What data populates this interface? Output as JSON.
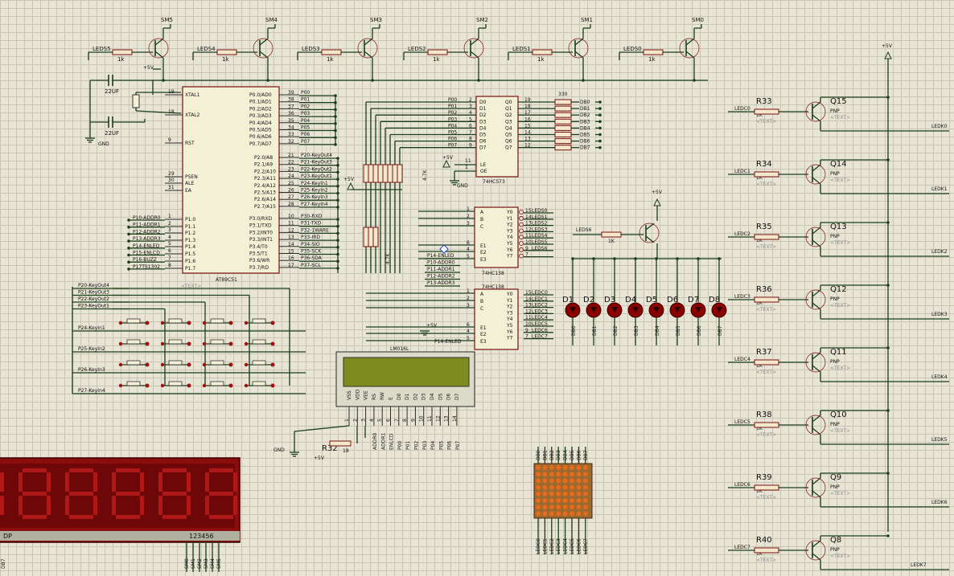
{
  "transistors_top": [
    {
      "name": "SM5",
      "net": "LEDS5",
      "res": "1k"
    },
    {
      "name": "SM4",
      "net": "LEDS4",
      "res": "1k"
    },
    {
      "name": "SM3",
      "net": "LEDS3",
      "res": "1k"
    },
    {
      "name": "SM2",
      "net": "LEDS2",
      "res": "1k"
    },
    {
      "name": "SM1",
      "net": "LEDS1",
      "res": "1k"
    },
    {
      "name": "SM0",
      "net": "LEDS0",
      "res": "1k"
    }
  ],
  "power": {
    "vcc": "+5V",
    "gnd": "GND"
  },
  "crystal": {
    "c1": "22UF",
    "c2": "22UF",
    "gnd": "GND"
  },
  "mcu": {
    "part": "AT89C51",
    "text": "<TEXT>",
    "left_pins": [
      {
        "num": "19",
        "name": "XTAL1"
      },
      {
        "num": "18",
        "name": "XTAL2"
      },
      {
        "num": "9",
        "name": "RST"
      },
      {
        "num": "29",
        "name": "PSEN"
      },
      {
        "num": "30",
        "name": "ALE"
      },
      {
        "num": "31",
        "name": "EA"
      },
      {
        "num": "1",
        "name": "P1.0"
      },
      {
        "num": "2",
        "name": "P1.1"
      },
      {
        "num": "3",
        "name": "P1.2"
      },
      {
        "num": "4",
        "name": "P1.3"
      },
      {
        "num": "5",
        "name": "P1.4"
      },
      {
        "num": "6",
        "name": "P1.5"
      },
      {
        "num": "7",
        "name": "P1.6"
      },
      {
        "num": "8",
        "name": "P1.7"
      }
    ],
    "p1_nets": [
      "P10-ADDR0",
      "P11-ADDR1",
      "P12-ADDR2",
      "P13-ADDR3",
      "P14-ENLED",
      "P15-ENLCD",
      "P16-BUZZ",
      "P17TS1302"
    ],
    "p0_pins": [
      {
        "num": "39",
        "name": "P0.0/AD0",
        "net": "P00"
      },
      {
        "num": "38",
        "name": "P0.1/AD1",
        "net": "P01"
      },
      {
        "num": "37",
        "name": "P0.2/AD2",
        "net": "P02"
      },
      {
        "num": "36",
        "name": "P0.3/AD3",
        "net": "P03"
      },
      {
        "num": "35",
        "name": "P0.4/AD4",
        "net": "P04"
      },
      {
        "num": "34",
        "name": "P0.5/AD5",
        "net": "P05"
      },
      {
        "num": "33",
        "name": "P0.6/AD6",
        "net": "P06"
      },
      {
        "num": "32",
        "name": "P0.7/AD7",
        "net": "P07"
      }
    ],
    "p2_pins": [
      {
        "num": "21",
        "name": "P2.0/A8",
        "net": "P20-KeyOut4"
      },
      {
        "num": "22",
        "name": "P2.1/A9",
        "net": "P21-KeyOut3"
      },
      {
        "num": "23",
        "name": "P2.2/A10",
        "net": "P22-KeyOut2"
      },
      {
        "num": "24",
        "name": "P2.3/A11",
        "net": "P23-KeyOut1"
      },
      {
        "num": "25",
        "name": "P2.4/A12",
        "net": "P24-KeyIn1"
      },
      {
        "num": "26",
        "name": "P2.5/A13",
        "net": "P25-KeyIn2"
      },
      {
        "num": "27",
        "name": "P2.6/A14",
        "net": "P26-KeyIn3"
      },
      {
        "num": "28",
        "name": "P2.7/A15",
        "net": "P27-KeyIn4"
      }
    ],
    "p3_pins": [
      {
        "num": "10",
        "name": "P3.0/RXD",
        "net": "P30-RXD"
      },
      {
        "num": "11",
        "name": "P3.1/TXD",
        "net": "P31-TXD"
      },
      {
        "num": "12",
        "name": "P3.2/INT0",
        "net": "P32-1WARE"
      },
      {
        "num": "13",
        "name": "P3.3/INT1",
        "net": "P33-IRD"
      },
      {
        "num": "14",
        "name": "P3.4/T0",
        "net": "P34-SIO"
      },
      {
        "num": "15",
        "name": "P3.5/T1",
        "net": "P35-SCK"
      },
      {
        "num": "16",
        "name": "P3.6/WR",
        "net": "P36-SDA"
      },
      {
        "num": "17",
        "name": "P3.7/RD",
        "net": "P37-SCL"
      }
    ]
  },
  "latch": {
    "part": "74HC573",
    "inputs": [
      {
        "net": "P00",
        "pin": "2",
        "name": "D0"
      },
      {
        "net": "P01",
        "pin": "3",
        "name": "D1"
      },
      {
        "net": "P02",
        "pin": "4",
        "name": "D2"
      },
      {
        "net": "P03",
        "pin": "5",
        "name": "D3"
      },
      {
        "net": "P04",
        "pin": "6",
        "name": "D4"
      },
      {
        "net": "P05",
        "pin": "7",
        "name": "D5"
      },
      {
        "net": "P06",
        "pin": "8",
        "name": "D6"
      },
      {
        "net": "P07",
        "pin": "9",
        "name": "D7"
      }
    ],
    "outputs": [
      {
        "pin": "19",
        "name": "Q0",
        "net": "DB0"
      },
      {
        "pin": "18",
        "name": "Q1",
        "net": "DB1"
      },
      {
        "pin": "17",
        "name": "Q2",
        "net": "DB2"
      },
      {
        "pin": "16",
        "name": "Q3",
        "net": "DB3"
      },
      {
        "pin": "15",
        "name": "Q4",
        "net": "DB4"
      },
      {
        "pin": "14",
        "name": "Q5",
        "net": "DB5"
      },
      {
        "pin": "13",
        "name": "Q6",
        "net": "DB6"
      },
      {
        "pin": "12",
        "name": "Q7",
        "net": "DB7"
      }
    ],
    "le": {
      "pin": "11",
      "name": "LE"
    },
    "oe": {
      "pin": "1",
      "name": "OE"
    },
    "resnet": "330",
    "pullup": "4.7K",
    "vcc": "+5V",
    "gnd": "GND"
  },
  "decoder1": {
    "part": "74HC138",
    "in_pins": [
      {
        "num": "1",
        "name": "A"
      },
      {
        "num": "2",
        "name": "B"
      },
      {
        "num": "3",
        "name": "C"
      },
      {
        "num": "6",
        "name": "E1"
      },
      {
        "num": "4",
        "name": "E2"
      },
      {
        "num": "5",
        "name": "E3"
      }
    ],
    "out_pins": [
      {
        "num": "15",
        "name": "Y0",
        "net": "LEDS0"
      },
      {
        "num": "14",
        "name": "Y1",
        "net": "LEDS1"
      },
      {
        "num": "13",
        "name": "Y2",
        "net": "LEDS2"
      },
      {
        "num": "12",
        "name": "Y3",
        "net": "LEDS3"
      },
      {
        "num": "11",
        "name": "Y4",
        "net": "LEDS4"
      },
      {
        "num": "10",
        "name": "Y5",
        "net": "LEDS5"
      },
      {
        "num": "9",
        "name": "Y6",
        "net": "LEDS6"
      },
      {
        "num": "7",
        "name": "Y7",
        "net": ""
      }
    ],
    "nets": [
      "P14-ENLED",
      "P10-ADDR0",
      "P11-ADDR1",
      "P12-ADDR2",
      "P13-ADDR3"
    ],
    "pullup": "4.7K"
  },
  "decoder2": {
    "part": "74HC138",
    "out_pins": [
      {
        "num": "15",
        "name": "Y0",
        "net": "LEDC0"
      },
      {
        "num": "14",
        "name": "Y1",
        "net": "LEDC1"
      },
      {
        "num": "13",
        "name": "Y2",
        "net": "LEDC2"
      },
      {
        "num": "12",
        "name": "Y3",
        "net": "LEDC3"
      },
      {
        "num": "11",
        "name": "Y4",
        "net": "LEDC4"
      },
      {
        "num": "10",
        "name": "Y5",
        "net": "LEDC5"
      },
      {
        "num": "9",
        "name": "Y6",
        "net": "LEDC6"
      },
      {
        "num": "7",
        "name": "Y7",
        "net": "LEDC7"
      }
    ],
    "vcc": "+5V",
    "net": "P14-ENLED"
  },
  "led_driver": {
    "net": "LEDS6",
    "res": "1K",
    "vcc": "+5V"
  },
  "leds": [
    {
      "label": "D1",
      "net": "DB0"
    },
    {
      "label": "D2",
      "net": "DB1"
    },
    {
      "label": "D3",
      "net": "DB2"
    },
    {
      "label": "D4",
      "net": "DB3"
    },
    {
      "label": "D5",
      "net": "DB4"
    },
    {
      "label": "D6",
      "net": "DB5"
    },
    {
      "label": "D7",
      "net": "DB6"
    },
    {
      "label": "D8",
      "net": "DB7"
    }
  ],
  "keypad": {
    "out_nets": [
      "P20-KeyOut4",
      "P21-KeyOut3",
      "P22-KeyOut2",
      "P23-KeyOut1"
    ],
    "in_nets": [
      "P24-KeyIn1",
      "P25-KeyIn2",
      "P26-KeyIn3",
      "P27-KeyIn4"
    ]
  },
  "lcd": {
    "part": "LM016L",
    "pins": [
      "VSS",
      "VDD",
      "VEE",
      "RS",
      "RW",
      "E",
      "D0",
      "D1",
      "D2",
      "D3",
      "D4",
      "D5",
      "D6",
      "D7"
    ],
    "pin_nums": [
      "1",
      "2",
      "3",
      "4",
      "5",
      "6",
      "7",
      "8",
      "9",
      "10",
      "11",
      "12",
      "13",
      "14"
    ],
    "nets": [
      "ADDR0",
      "ADDR1",
      "ENLCD",
      "P00",
      "P01",
      "P02",
      "P03",
      "P04",
      "P05",
      "P06",
      "P07"
    ],
    "pot": "R32",
    "pot_val": "18",
    "gnd": "GND",
    "vcc": "+5V"
  },
  "seven_seg": {
    "dp_label": "DP",
    "digits_label": "123456",
    "nets": [
      "SM0",
      "SM1",
      "SM2",
      "SM3",
      "SM4",
      "SM5"
    ],
    "left_net": "DB7"
  },
  "matrix": {
    "col_nets": [
      "DB0",
      "DB1",
      "DB2",
      "DB3",
      "DB4",
      "DB5",
      "DB6",
      "DB7"
    ],
    "row_nets": [
      "LEDC0",
      "LEDC1",
      "LEDC2",
      "LEDC3",
      "LEDC4",
      "LEDC5",
      "LEDC6",
      "LEDC7"
    ]
  },
  "pnp_bank": {
    "vcc": "+5V",
    "items": [
      {
        "r": "R33",
        "q": "Q15",
        "in": "LEDC0",
        "out": "LEDK0",
        "val": "1K",
        "type": "PNP",
        "text": "<TEXT>"
      },
      {
        "r": "R34",
        "q": "Q14",
        "in": "LEDC1",
        "out": "LEDK1",
        "val": "1K",
        "type": "PNP",
        "text": "<TEXT>"
      },
      {
        "r": "R35",
        "q": "Q13",
        "in": "LEDC2",
        "out": "LEDK2",
        "val": "1K",
        "type": "PNP",
        "text": "<TEXT>"
      },
      {
        "r": "R36",
        "q": "Q12",
        "in": "LEDC3",
        "out": "LEDK3",
        "val": "1K",
        "type": "PNP",
        "text": "<TEXT>"
      },
      {
        "r": "R37",
        "q": "Q11",
        "in": "LEDC4",
        "out": "LEDK4",
        "val": "1K",
        "type": "PNP",
        "text": "<TEXT>"
      },
      {
        "r": "R38",
        "q": "Q10",
        "in": "LEDC5",
        "out": "LEDK5",
        "val": "1K",
        "type": "PNP",
        "text": "<TEXT>"
      },
      {
        "r": "R39",
        "q": "Q9",
        "in": "LEDC6",
        "out": "LEDK6",
        "val": "1K",
        "type": "PNP",
        "text": "<TEXT>"
      },
      {
        "r": "R40",
        "q": "Q8",
        "in": "LEDC7",
        "out": "LEDK7",
        "val": "1K",
        "type": "PNP",
        "text": "<TEXT>"
      }
    ]
  }
}
